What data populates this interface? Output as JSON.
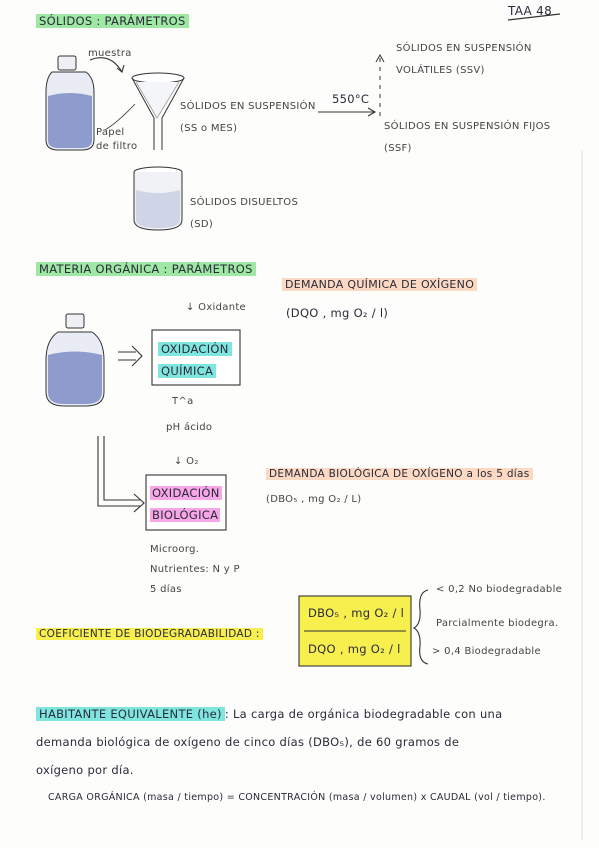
{
  "header": {
    "code": "TAA 48"
  },
  "solidos": {
    "title": "SÓLIDOS : PARÁMETROS",
    "muestra": "muestra",
    "papel_line1": "Papel",
    "papel_line2": "de filtro",
    "ss_line1": "SÓLIDOS EN SUSPENSIÓN",
    "ss_line2": "(SS o MES)",
    "temp": "550°C",
    "ssv_line1": "SÓLIDOS EN SUSPENSIÓN",
    "ssv_line2": "VOLÁTILES (SSV)",
    "ssf_line1": "SÓLIDOS EN SUSPENSIÓN FIJOS",
    "ssf_line2": "(SSF)",
    "sd_line1": "SÓLIDOS DISUELTOS",
    "sd_line2": "(SD)"
  },
  "materia": {
    "title": "MATERIA ORGÁNICA : PARÁMETROS",
    "oxidante": "↓ Oxidante",
    "ox_quim_1": "OXIDACIÓN",
    "ox_quim_2": "QUÍMICA",
    "temp": "T^a",
    "ph": "pH ácido",
    "o2": "↓ O₂",
    "ox_bio_1": "OXIDACIÓN",
    "ox_bio_2": "BIOLÓGICA",
    "micro": "Microorg.",
    "nutrientes": "Nutrientes: N y P",
    "dias": "5 días",
    "dqo_title": "DEMANDA QUÍMICA DE OXÍGENO",
    "dqo_units": "(DQO , mg O₂ / l)",
    "dbo_title": "DEMANDA BIOLÓGICA DE OXÍGENO a los 5 días",
    "dbo_units": "(DBO₅ , mg O₂ / L)"
  },
  "coef": {
    "title": "COEFICIENTE DE BIODEGRADABILIDAD :",
    "numerator": "DBO₅ , mg O₂ / l",
    "denominator": "DQO , mg O₂ / l",
    "opt1": "< 0,2 No biodegradable",
    "opt2": "Parcialmente biodegra.",
    "opt3": "> 0,4 Biodegradable"
  },
  "he": {
    "title": "HABITANTE EQUIVALENTE (he)",
    "line1": ": La carga de orgánica biodegradable con una",
    "line2": "demanda biológica de oxígeno de cinco días (DBO₅), de 60 gramos de",
    "line3": "oxígeno por día."
  },
  "carga": {
    "formula": "CARGA ORGÁNICA (masa / tiempo) = CONCENTRACIÓN (masa / volumen) x CAUDAL (vol / tiempo)."
  }
}
